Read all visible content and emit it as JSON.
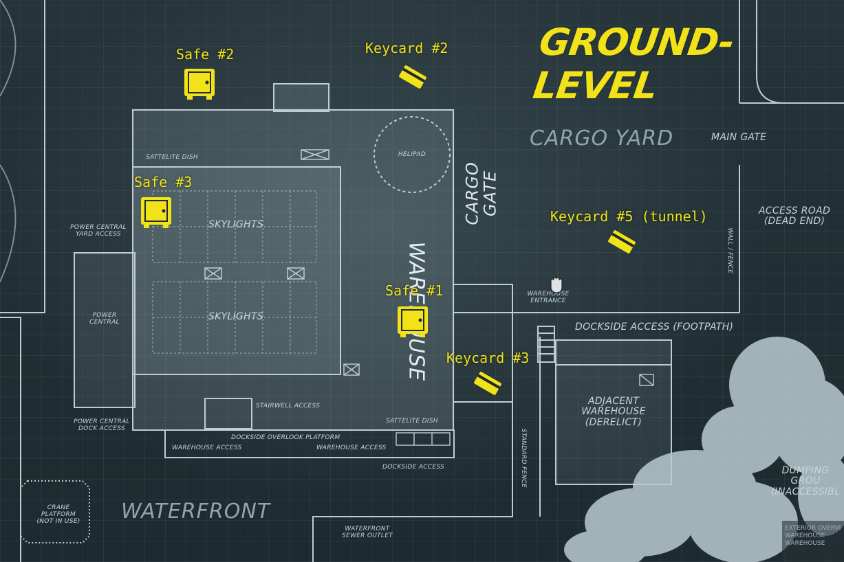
{
  "map": {
    "title": "GROUND-LEVEL",
    "colors": {
      "marker": "#f2e21a",
      "blueprint_line": "#dbe8ec",
      "background": "#1d2b30",
      "foliage": "#b9cbd0"
    },
    "markers": [
      {
        "id": "safe-1",
        "label": "Safe #1",
        "icon": "safe-icon"
      },
      {
        "id": "safe-2",
        "label": "Safe #2",
        "icon": "safe-icon"
      },
      {
        "id": "safe-3",
        "label": "Safe #3",
        "icon": "safe-icon"
      },
      {
        "id": "keycard-2",
        "label": "Keycard #2",
        "icon": "keycard-icon"
      },
      {
        "id": "keycard-3",
        "label": "Keycard #3",
        "icon": "keycard-icon"
      },
      {
        "id": "keycard-5",
        "label": "Keycard #5 (tunnel)",
        "icon": "keycard-icon"
      }
    ],
    "areas": {
      "cargo_yard": "CARGO YARD",
      "cargo_gate": "CARGO GATE",
      "warehouse": "WAREHOUSE",
      "waterfront": "WATERFRONT",
      "main_gate": "MAIN GATE",
      "access_road": "ACCESS ROAD (DEAD END)",
      "wall_fence": "WALL / FENCE",
      "warehouse_entrance": "WAREHOUSE ENTRANCE",
      "dockside_access_footpath": "DOCKSIDE ACCESS (FOOTPATH)",
      "adjacent_warehouse": "ADJACENT WAREHOUSE (DERELICT)",
      "dumping_ground": "DUMPING GROU (INACCESSIBL",
      "standard_fence": "STANDARD FENCE",
      "helipad": "HELIPAD",
      "skylights_1": "SKYLIGHTS",
      "skylights_2": "SKYLIGHTS",
      "sattelite_dish_1": "SATTELITE DISH",
      "sattelite_dish_2": "SATTELITE DISH",
      "power_central_yard": "POWER CENTRAL YARD ACCESS",
      "power_central": "POWER CENTRAL",
      "power_central_dock": "POWER CENTRAL DOCK ACCESS",
      "stairwell_access": "STAIRWELL ACCESS",
      "dockside_overlook": "DOCKSIDE OVERLOOK PLATFORM",
      "warehouse_access_1": "WAREHOUSE ACCESS",
      "warehouse_access_2": "WAREHOUSE ACCESS",
      "dockside_access": "DOCKSIDE ACCESS",
      "crane_platform": "CRANE PLATFORM (NOT IN USE)",
      "waterfront_sewer": "WATERFRONT SEWER OUTLET"
    },
    "legend_box": {
      "line1": "EXTERIOR OVERVI",
      "line2": "WAREHOUSE",
      "line3": "WAREHOUSE"
    }
  }
}
